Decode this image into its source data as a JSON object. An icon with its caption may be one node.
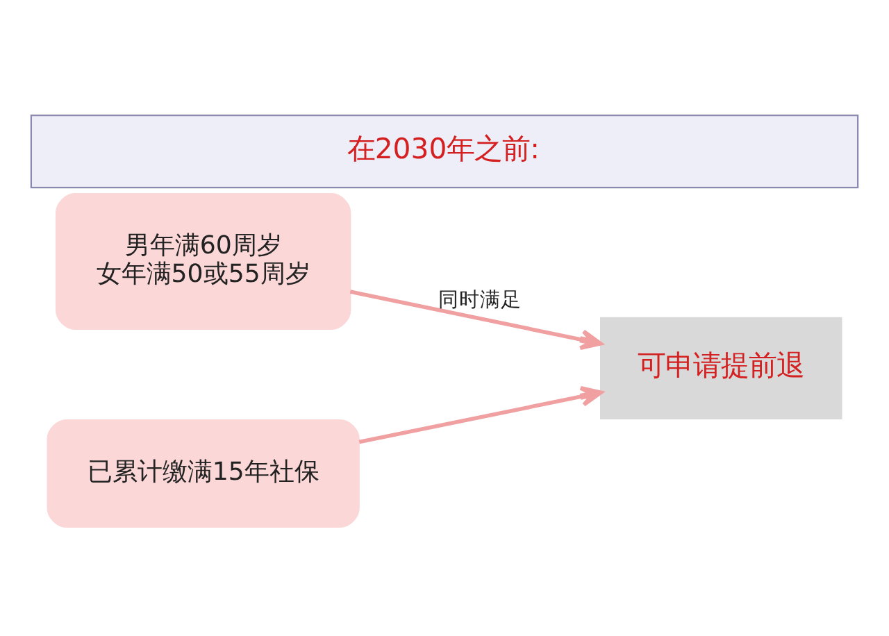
{
  "diagram": {
    "title": "在2030年之前:",
    "nodes": [
      {
        "text": [
          "男年满60周岁",
          "女年满50或55周岁"
        ]
      },
      {
        "text": [
          "已累计缴满15年社保"
        ]
      },
      {
        "text": [
          "可申请提前退"
        ]
      }
    ],
    "edges": [
      {
        "from": 0,
        "to": 2,
        "arrow": "to",
        "label": "同时满足"
      },
      {
        "from": 1,
        "to": 2,
        "arrow": "to"
      }
    ]
  }
}
